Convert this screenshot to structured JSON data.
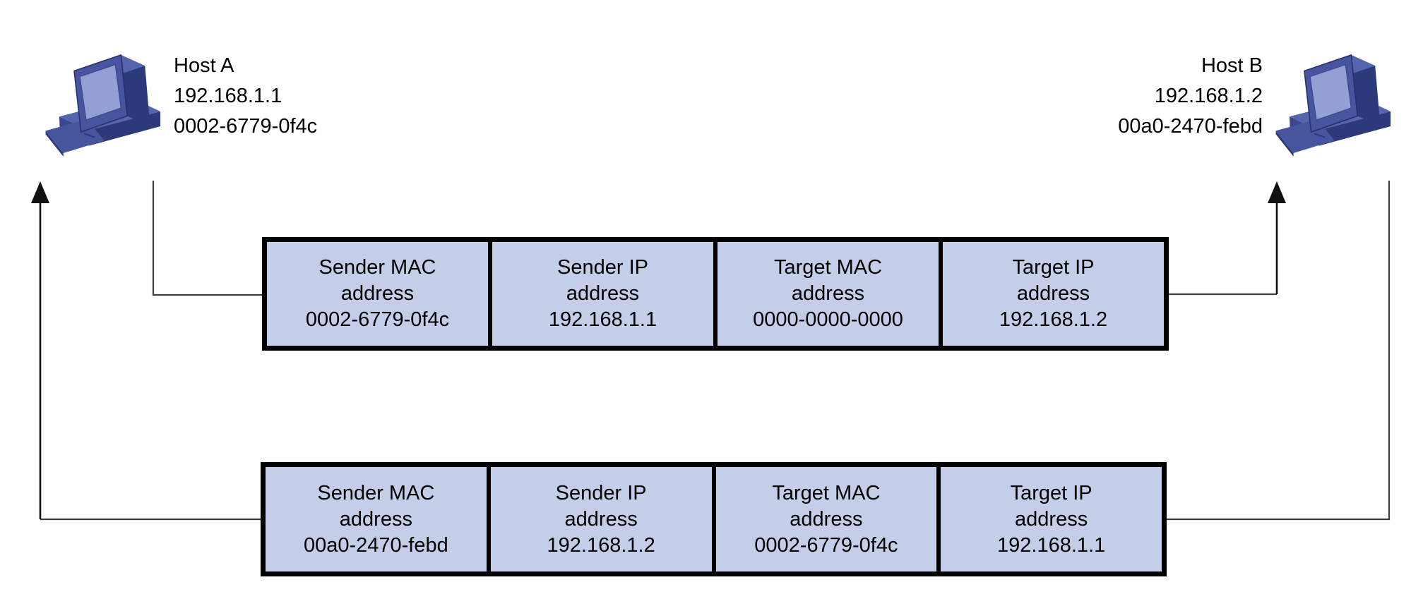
{
  "hosts": {
    "a": {
      "name": "Host A",
      "ip": "192.168.1.1",
      "mac": "0002-6779-0f4c"
    },
    "b": {
      "name": "Host B",
      "ip": "192.168.1.2",
      "mac": "00a0-2470-febd"
    }
  },
  "tables": {
    "request": {
      "cells": [
        {
          "field": "Sender MAC",
          "field2": "address",
          "value": "0002-6779-0f4c"
        },
        {
          "field": "Sender IP",
          "field2": "address",
          "value": "192.168.1.1"
        },
        {
          "field": "Target MAC",
          "field2": "address",
          "value": "0000-0000-0000"
        },
        {
          "field": "Target IP",
          "field2": "address",
          "value": "192.168.1.2"
        }
      ]
    },
    "reply": {
      "cells": [
        {
          "field": "Sender MAC",
          "field2": "address",
          "value": "00a0-2470-febd"
        },
        {
          "field": "Sender IP",
          "field2": "address",
          "value": "192.168.1.2"
        },
        {
          "field": "Target MAC",
          "field2": "address",
          "value": "0002-6779-0f4c"
        },
        {
          "field": "Target IP",
          "field2": "address",
          "value": "192.168.1.1"
        }
      ]
    }
  },
  "icons": {
    "host_a_icon": "computer-icon",
    "host_b_icon": "computer-icon"
  },
  "colors": {
    "cell_fill": "#c4cee9",
    "line": "#3d3d3d",
    "arrow": "#111111",
    "icon_mid": "#46559e",
    "icon_dark": "#2c3a7c",
    "icon_light": "#5464ad",
    "icon_screen": "#92a0d4",
    "icon_edge": "#28316e",
    "icon_base": "#394890"
  }
}
